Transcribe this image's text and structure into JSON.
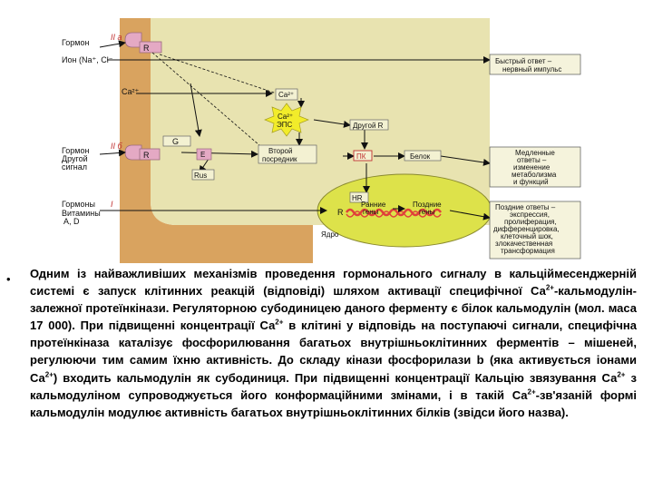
{
  "diagram": {
    "left_labels": {
      "hormone": "Гормон",
      "ion": "Ион (Na⁺, Cl⁻",
      "ca_in": "Ca²⁺",
      "hormone2": "Гормон",
      "other": "Другой",
      "signal": "сигнал",
      "hormones_vit1": "Гормоны",
      "hormones_vit2": "Витамины",
      "hormones_vit3": "А, D"
    },
    "roman": {
      "iia": "II a",
      "iib": "II б",
      "i": "I"
    },
    "boxes": {
      "receptor_r": "R",
      "g_protein": "G",
      "enzyme_e": "E",
      "rus": "Rus",
      "ca_box": "Ca²⁺",
      "ca_eps_1": "Ca²⁺",
      "ca_eps_2": "ЭПС",
      "second_messenger_1": "Второй",
      "second_messenger_2": "посредник",
      "other_r": "Другой R",
      "pk": "ПК",
      "protein": "Белок",
      "hr": "HR",
      "nuc_r": "R",
      "early_genes_1": "Ранние",
      "early_genes_2": "гены",
      "late_genes_1": "Поздние",
      "late_genes_2": "гены",
      "nucleus": "Ядро"
    },
    "responses": {
      "fast": [
        "Быстрый ответ –",
        "нервный импульс"
      ],
      "slow": [
        "Медленные",
        "ответы –",
        "изменение",
        "метаболизма",
        "и функций"
      ],
      "late": [
        "Поздние ответы –",
        "экспрессия,",
        "пролиферация,",
        "дифференцировка,",
        "клеточный шок,",
        "злокачественная",
        "трансформация"
      ]
    },
    "colors": {
      "membrane": "#d9a35f",
      "cytoplasm": "#e8e3b0",
      "receptor": "#e4a9c4",
      "nucleus": "#dde24a",
      "dna": "#e0413a",
      "ca_star": "#f2ec2a",
      "box_fill": "#f3f1d2",
      "response_fill": "#f5f3dc"
    }
  },
  "bullet": "•",
  "paragraph": {
    "s1": "Одним із найважливіших механізмів проведення гормонального сигналу в кальціймесенджерній системі є запуск клітинних реакцій (відповіді) шляхом активації специфічної Са",
    "sup1": "2+",
    "s2": "-кальмодулін-залежної протеїнкінази. Регуляторною субодиницею даного ферменту є білок кальмодулін (мол. маса 17 000). При підвищенні концентрації Са",
    "sup2": "2+",
    "s3": " в клітині у відповідь на поступаючі сигнали, специфічна протеїнкіназа каталізує фосфорилювання багатьох внутрішньоклітинних ферментів – мішеней, регулюючи тим самим їхню активність. До складу кінази фосфорилази b (яка активується іонами Са",
    "sup3": "2+",
    "s4": ") входить кальмодулін як субодиниця. При підвищенні концентрації Кальцію звязування Са",
    "sup4": "2+",
    "s5": " з кальмодуліном супроводжується його конформаційними змінами, і в такій Са",
    "sup5": "2+",
    "s6": "-зв'язаній формі кальмодулін модулює активність багатьох внутрішньоклітинних білків (звідси його назва)."
  }
}
